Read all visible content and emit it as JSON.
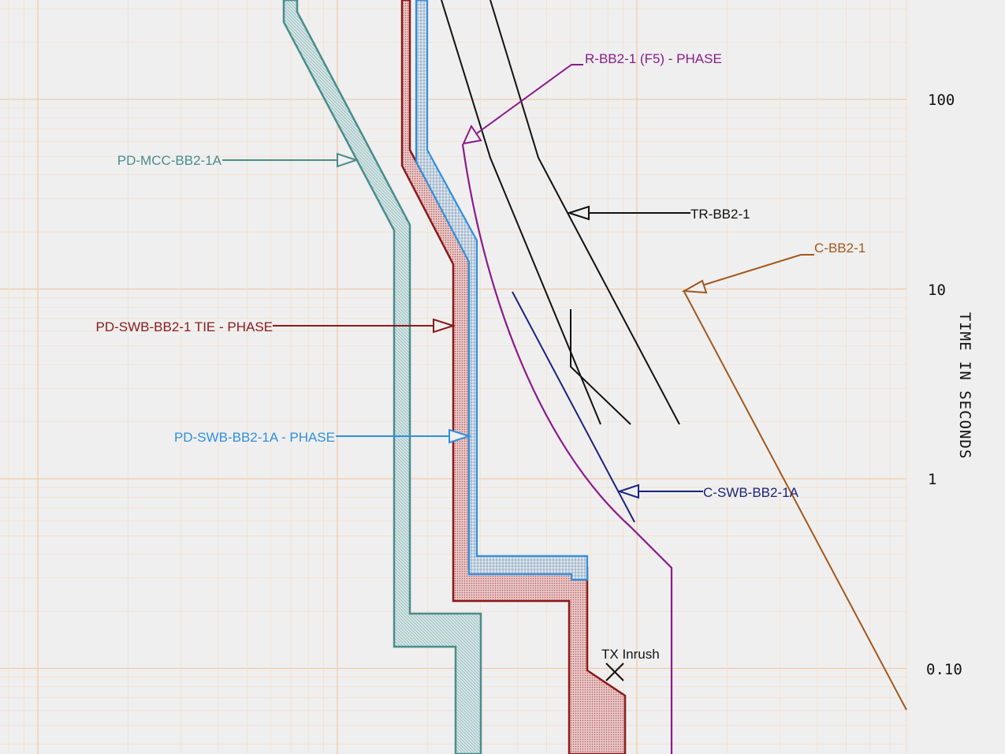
{
  "chart_data": {
    "type": "line",
    "scale": "log-log time-current curves",
    "ylabel": "TIME IN SECONDS",
    "y_ticks": [
      "100",
      "10",
      "1",
      "0.10"
    ],
    "grid": true,
    "series": [
      {
        "name": "PD-MCC-BB2-1A",
        "color": "#4a8c8c",
        "kind": "band"
      },
      {
        "name": "PD-SWB-BB2-1 TIE - PHASE",
        "color": "#8b1a1a",
        "kind": "band"
      },
      {
        "name": "PD-SWB-BB2-1A - PHASE",
        "color": "#2f8fe0",
        "kind": "band"
      },
      {
        "name": "R-BB2-1 (F5) - PHASE",
        "color": "#8b1a8b",
        "kind": "line"
      },
      {
        "name": "TR-BB2-1",
        "color": "#111111",
        "kind": "line"
      },
      {
        "name": "C-BB2-1",
        "color": "#a0581c",
        "kind": "line"
      },
      {
        "name": "C-SWB-BB2-1A",
        "color": "#1a237e",
        "kind": "line"
      }
    ],
    "annotations": [
      {
        "text": "TX Inrush",
        "color": "#111111"
      }
    ]
  }
}
